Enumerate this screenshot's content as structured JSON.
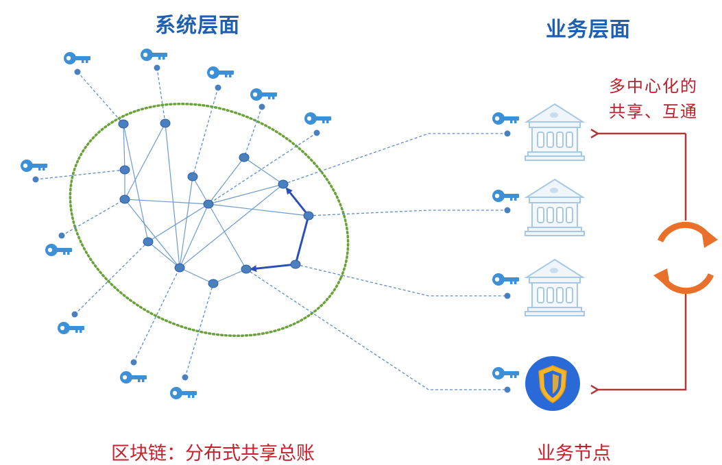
{
  "titles": {
    "system": "系统层面",
    "business": "业务层面"
  },
  "captions": {
    "blockchain": "区块链：分布式共享总账",
    "business_node": "业务节点"
  },
  "annotation": {
    "line1": "多中心化的",
    "line2": "共享、互通"
  },
  "colors": {
    "title_blue": "#1f5fb0",
    "node_blue": "#4a7fc0",
    "key_blue": "#3d8fd6",
    "ellipse_green": "#6aa23a",
    "path_blue": "#2a4fb8",
    "arrow_red": "#b03838",
    "cycle_orange": "#e8702a",
    "caption_red": "#c8202a"
  },
  "icons": [
    "key-icon",
    "bank-building-icon",
    "shield-icon",
    "refresh-cycle-icon",
    "arrow-icon"
  ]
}
